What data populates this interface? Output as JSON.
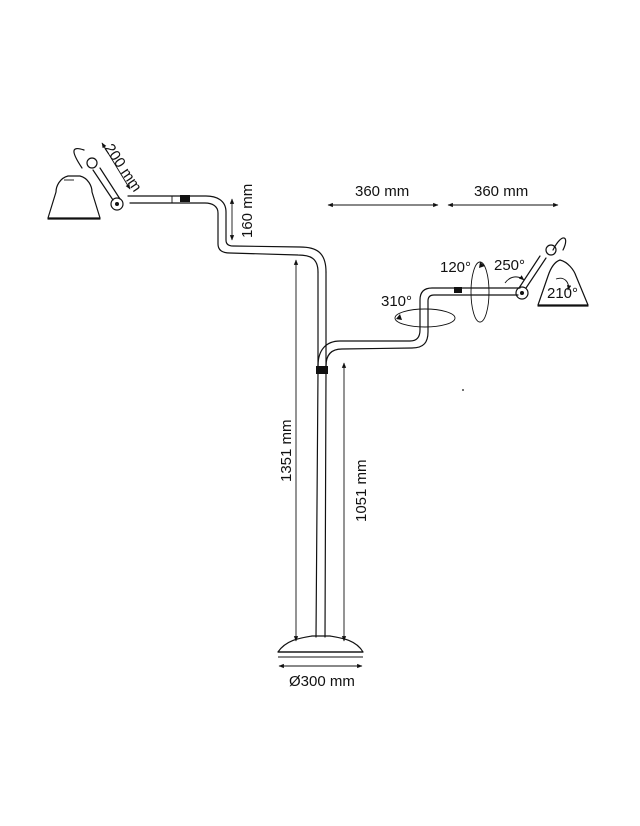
{
  "dimensions": {
    "shade_arm": "200 mm",
    "riser": "160 mm",
    "reach_left": "360 mm",
    "reach_right": "360 mm",
    "total_height": "1351 mm",
    "column_height": "1051 mm",
    "base_diameter": "Ø300 mm"
  },
  "rotations": {
    "shade_tilt": "120°",
    "joint_swivel": "250°",
    "shade_swivel": "210°",
    "arm_swivel": "310°"
  },
  "colors": {
    "line": "#111111",
    "background": "#ffffff"
  },
  "icons": {
    "rotation_arrow": "curved-arrow-icon",
    "dimension_arrow": "double-arrow-icon"
  }
}
